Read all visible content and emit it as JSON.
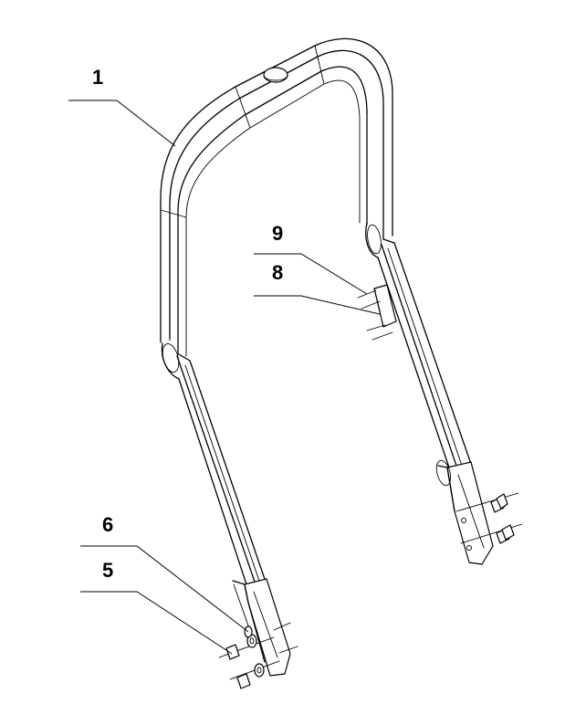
{
  "callouts": [
    {
      "id": "1",
      "text": "1"
    },
    {
      "id": "9",
      "text": "9"
    },
    {
      "id": "8",
      "text": "8"
    },
    {
      "id": "6",
      "text": "6"
    },
    {
      "id": "5",
      "text": "5"
    }
  ]
}
